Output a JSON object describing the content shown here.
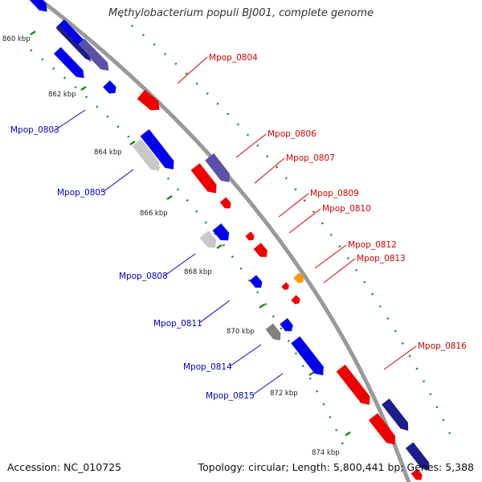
{
  "title": "Methylobacterium populi BJ001, complete genome",
  "footer": {
    "accession": "Accession: NC_010725",
    "summary": "Topology: circular; Length: 5,800,441 bp; Genes: 5,388"
  },
  "map": {
    "ticks": [
      "860 kbp",
      "862 kbp",
      "864 kbp",
      "866 kbp",
      "868 kbp",
      "870 kbp",
      "872 kbp",
      "874 kbp"
    ],
    "genes": [
      {
        "label": "",
        "color": "#0000ee"
      },
      {
        "label": "",
        "color": "#0000ee"
      },
      {
        "label": "",
        "color": "#0000ee"
      },
      {
        "label": "",
        "color": "#5b4fa8"
      },
      {
        "label": "",
        "color": "#0000ee"
      },
      {
        "label": "",
        "color": "#1c1c8a"
      },
      {
        "label": "Mpop_0803",
        "color": "#0000ee"
      },
      {
        "label": "Mpop_0804",
        "color": "#ee0000"
      },
      {
        "label": "",
        "color": "#c8c8c8"
      },
      {
        "label": "Mpop_0805",
        "color": "#0000ee"
      },
      {
        "label": "Mpop_0806",
        "color": "#5b4fa8"
      },
      {
        "label": "Mpop_0807",
        "color": "#ee0000"
      },
      {
        "label": "",
        "color": "#ee0000"
      },
      {
        "label": "Mpop_0808",
        "color": "#c8c8c8"
      },
      {
        "label": "",
        "color": "#0000ee"
      },
      {
        "label": "Mpop_0809",
        "color": "#ee0000"
      },
      {
        "label": "Mpop_0810",
        "color": "#ee0000"
      },
      {
        "label": "Mpop_0811",
        "color": "#0000ee"
      },
      {
        "label": "Mpop_0812",
        "color": "#ff9900"
      },
      {
        "label": "",
        "color": "#ee0000"
      },
      {
        "label": "Mpop_0813",
        "color": "#ee0000"
      },
      {
        "label": "",
        "color": "#808080"
      },
      {
        "label": "Mpop_0814",
        "color": "#0000ee"
      },
      {
        "label": "Mpop_0815",
        "color": "#0000ee"
      },
      {
        "label": "Mpop_0816",
        "color": "#ee0000"
      },
      {
        "label": "",
        "color": "#ee0000"
      },
      {
        "label": "",
        "color": "#1c1c8a"
      },
      {
        "label": "",
        "color": "#1c1c8a"
      },
      {
        "label": "",
        "color": "#ee0000"
      }
    ],
    "colors": {
      "backbone": "#999999",
      "tick_dots": "#1a8a1a",
      "forward_labels": "#d40000",
      "reverse_labels": "#0000cc"
    }
  }
}
